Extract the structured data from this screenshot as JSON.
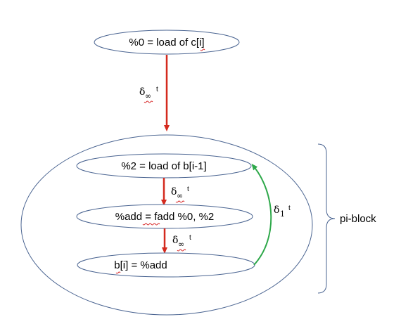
{
  "nodes": {
    "load_c": "%0 = load of c[i]",
    "load_b": "%2 = load of b[i-1]",
    "fadd": "%add = fadd %0, %2",
    "store_b": "b[i] = %add"
  },
  "edges": {
    "e1": {
      "symbol": "δ",
      "subscript": "∞",
      "superscript": "t"
    },
    "e2": {
      "symbol": "δ",
      "subscript": "∞",
      "superscript": "t"
    },
    "e3": {
      "symbol": "δ",
      "subscript": "∞",
      "superscript": "t"
    },
    "loop": {
      "symbol": "δ",
      "subscript": "1",
      "superscript": "t"
    }
  },
  "group_label": "pi-block",
  "colors": {
    "ellipse_stroke": "#4a6491",
    "dependence_edge": "#d42a1e",
    "loop_edge": "#2ea84a",
    "brace": "#4a6491"
  }
}
